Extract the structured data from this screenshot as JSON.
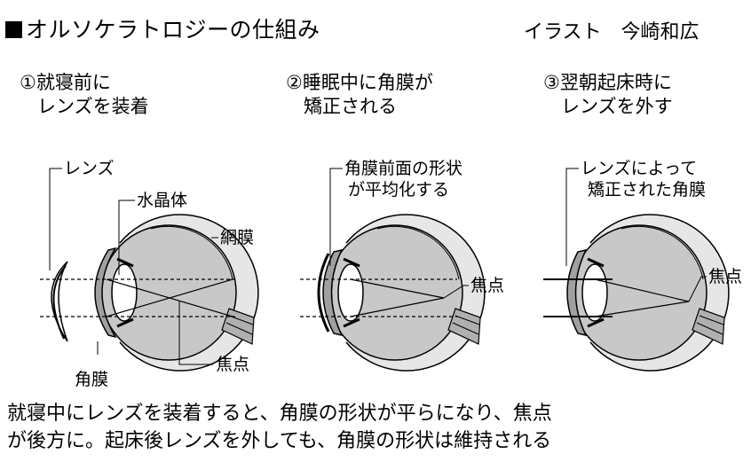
{
  "header": {
    "title": "■オルソケラトロジーの仕組み",
    "credit": "イラスト　今崎和広"
  },
  "steps": [
    {
      "line1": "①就寝前に",
      "line2": "レンズを装着"
    },
    {
      "line1": "②睡眠中に角膜が",
      "line2": "矯正される"
    },
    {
      "line1": "③翌朝起床時に",
      "line2": "レンズを外す"
    }
  ],
  "labels": {
    "lens": "レンズ",
    "crystalline_lens": "水晶体",
    "retina": "網膜",
    "cornea": "角膜",
    "focus1": "焦点",
    "corneal_front_line1": "角膜前面の形状",
    "corneal_front_line2": "が平均化する",
    "focus2": "焦点",
    "corrected_line1": "レンズによって",
    "corrected_line2": "矯正された角膜",
    "focus3": "焦点"
  },
  "caption": {
    "line1": "就寝中にレンズを装着すると、角膜の形状が平らになり、焦点",
    "line2": "が後方に。起床後レンズを外しても、角膜の形状は維持される"
  },
  "colors": {
    "eyeball_fill": "#c8c8c8",
    "cornea_fill": "#a0a0a0",
    "lens_fill": "#ffffff",
    "line": "#000000"
  }
}
